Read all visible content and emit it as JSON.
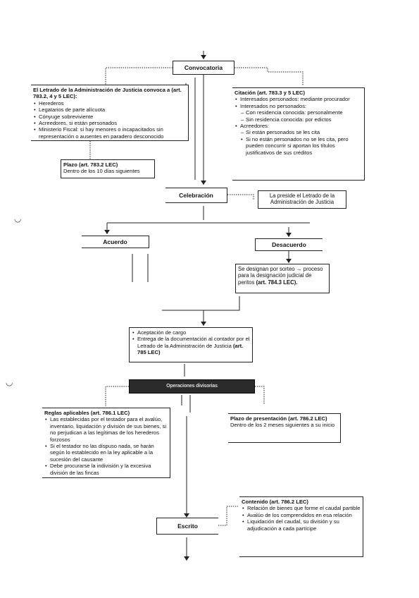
{
  "nodes": {
    "convocatoria": "Convocatoria",
    "celebracion": "Celebración",
    "acuerdo": "Acuerdo",
    "desacuerdo": "Desacuerdo",
    "operaciones": "Operaciones divisorias",
    "escrito": "Escrito"
  },
  "letrado_box": {
    "title": "El Letrado de la Administración de Justicia convoca a (art. 783.2, 4 y 5 LEC):",
    "items": [
      "Herederos",
      "Legatarios de parte alícuota",
      "Cónyuge sobreviviente",
      "Acreedores, si están personados",
      "Ministerio Fiscal: si hay menores o incapacitados sin representación o ausentes en paradero desconocido"
    ]
  },
  "plazo_box": {
    "title": "Plazo (art. 783.2 LEC)",
    "text": "Dentro de los 10 días siguientes"
  },
  "citacion_box": {
    "title": "Citación (art. 783.3 y 5 LEC)",
    "items": [
      {
        "type": "bullet",
        "text": "Interesados personados: mediante procurador"
      },
      {
        "type": "bullet",
        "text": "Interesados no personados:"
      },
      {
        "type": "dash",
        "text": "Con residencia conocida: personalmente"
      },
      {
        "type": "dash",
        "text": "Sin residencia conocida: por edictos"
      },
      {
        "type": "bullet",
        "text": "Acreedores:"
      },
      {
        "type": "dash",
        "text": "Si están personados se les cita"
      },
      {
        "type": "plain",
        "text": "Si no están personados no se les cita, pero pueden concurrir si aportan los títulos justificativos de sus créditos"
      }
    ]
  },
  "preside_box": {
    "text": "La preside el Letrado de la Administración de Justicia"
  },
  "designan_box": {
    "text": "Se designan por sorteo → proceso para la designación judicial de peritos",
    "ref": "(art. 784.3 LEC)."
  },
  "aceptacion_box": {
    "items": [
      "Aceptación de cargo",
      "Entrega de la documentación al contador por el Letrado de la Administración de Justicia"
    ],
    "ref": "(art. 785 LEC)"
  },
  "reglas_box": {
    "title": "Reglas aplicables (art. 786.1 LEC)",
    "items": [
      "Las establecidas por el testador para el avalúo, inventario, liquidación y división de sus bienes, si no perjudican a las legítimas de los herederos forzosos",
      "Si el testador no las dispuso nada, se harán según lo establecido en la ley aplicable a la sucesión del causante",
      "Debe procurarse la indivisión y la excesiva división de las fincas"
    ]
  },
  "plazo_presentacion_box": {
    "title": "Plazo de presentación (art. 786.2 LEC)",
    "text": "Dentro de los 2 meses siguientes a su inicio"
  },
  "contenido_box": {
    "title": "Contenido (art. 786.2 LEC)",
    "items": [
      "Relación de bienes que forme el caudal partible",
      "Avalúo de los comprendidos en esa relación",
      "Liquidación del caudal, su división y su adjudicación a cada partícipe"
    ]
  }
}
